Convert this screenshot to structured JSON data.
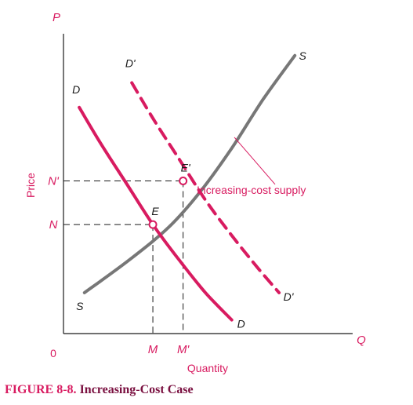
{
  "chart_data": {
    "type": "line",
    "title": "",
    "xlabel": "Quantity",
    "ylabel": "Price",
    "axis_letters": {
      "y": "P",
      "x": "Q",
      "origin": "0"
    },
    "series": [
      {
        "name": "S",
        "label_start": "S",
        "label_end": "S",
        "x": [
          0.08,
          0.25,
          0.4,
          0.52,
          0.64,
          0.76,
          0.88
        ],
        "y": [
          0.15,
          0.27,
          0.39,
          0.52,
          0.68,
          0.86,
          1.02
        ]
      },
      {
        "name": "D",
        "label_start": "D",
        "label_end": "D",
        "x": [
          0.06,
          0.14,
          0.24,
          0.34,
          0.44,
          0.54,
          0.64
        ],
        "y": [
          0.83,
          0.7,
          0.55,
          0.4,
          0.27,
          0.15,
          0.05
        ]
      },
      {
        "name": "D'",
        "label_start": "D'",
        "label_end": "D'",
        "x": [
          0.26,
          0.34,
          0.44,
          0.54,
          0.64,
          0.74,
          0.82
        ],
        "y": [
          0.92,
          0.79,
          0.64,
          0.49,
          0.36,
          0.24,
          0.15
        ],
        "dashed": true
      }
    ],
    "points": [
      {
        "label": "E",
        "x": 0.34,
        "y": 0.4,
        "x_tick": "M",
        "y_tick": "N"
      },
      {
        "label": "E'",
        "x": 0.455,
        "y": 0.56,
        "x_tick": "M'",
        "y_tick": "N'"
      }
    ],
    "annotation": {
      "text": "Increasing-cost supply",
      "target_x": 0.65,
      "target_y": 0.72
    },
    "xlim": [
      0,
      1.1
    ],
    "ylim": [
      0,
      1.1
    ],
    "grid": false
  },
  "caption": {
    "label": "FIGURE 8-8.",
    "title": "Increasing-Cost Case"
  },
  "colors": {
    "accent": "#d81b60",
    "supply": "#777777",
    "axis": "#1a1a1a"
  }
}
